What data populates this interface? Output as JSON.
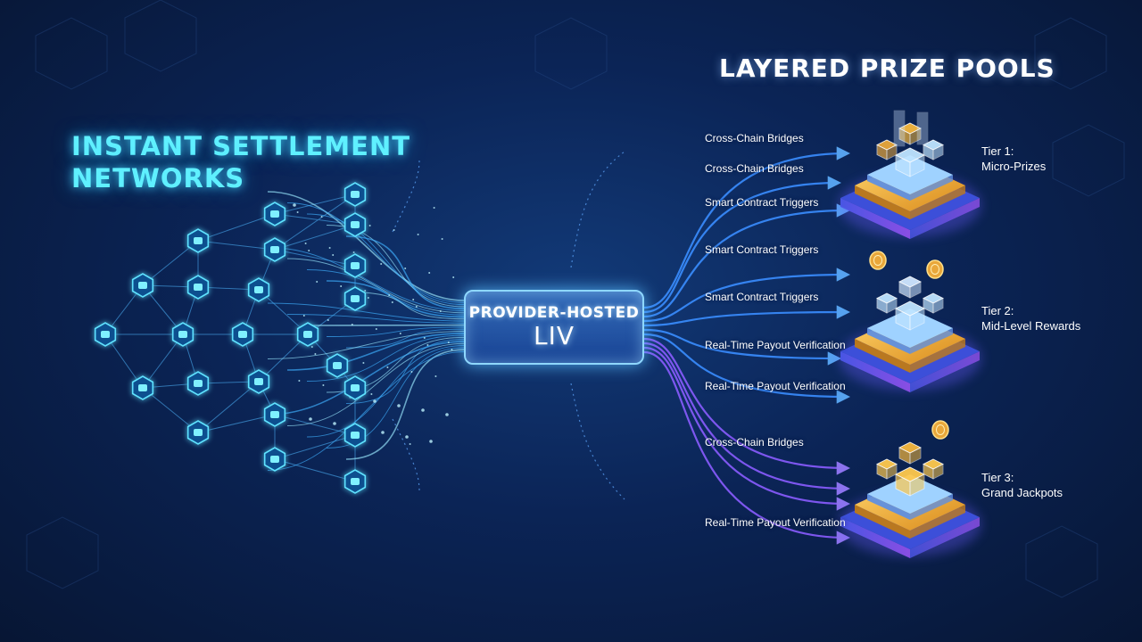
{
  "titles": {
    "left": "INSTANT SETTLEMENT NETWORKS",
    "right": "LAYERED PRIZE POOLS"
  },
  "hub": {
    "line1": "PROVIDER-HOSTED",
    "line2": "LIV"
  },
  "flow_labels": [
    "Cross-Chain Bridges",
    "Cross-Chain Bridges",
    "Smart Contract Triggers",
    "Smart Contract Triggers",
    "Smart Contract Triggers",
    "Real-Time Payout Verification",
    "Real-Time Payout Verification",
    "Cross-Chain Bridges",
    "Real-Time Payout Verification"
  ],
  "tiers": [
    {
      "name": "Tier 1:",
      "desc": "Micro-Prizes"
    },
    {
      "name": "Tier 2:",
      "desc": "Mid-Level Rewards"
    },
    {
      "name": "Tier 3:",
      "desc": "Grand Jackpots"
    }
  ],
  "colors": {
    "background": "#0b2456",
    "node": "#3fd8ff",
    "link": "#4fb8ff",
    "arrow_blue": "#3a8dff",
    "arrow_violet": "#8a5cff",
    "gold": "#f3b43a",
    "title_glow": "#5ff0ff"
  },
  "icons": {
    "network_node": "hexagon-node-icon",
    "arrow": "arrow-right-icon",
    "prize_stack": "layered-platform-icon",
    "coin": "coin-icon"
  }
}
